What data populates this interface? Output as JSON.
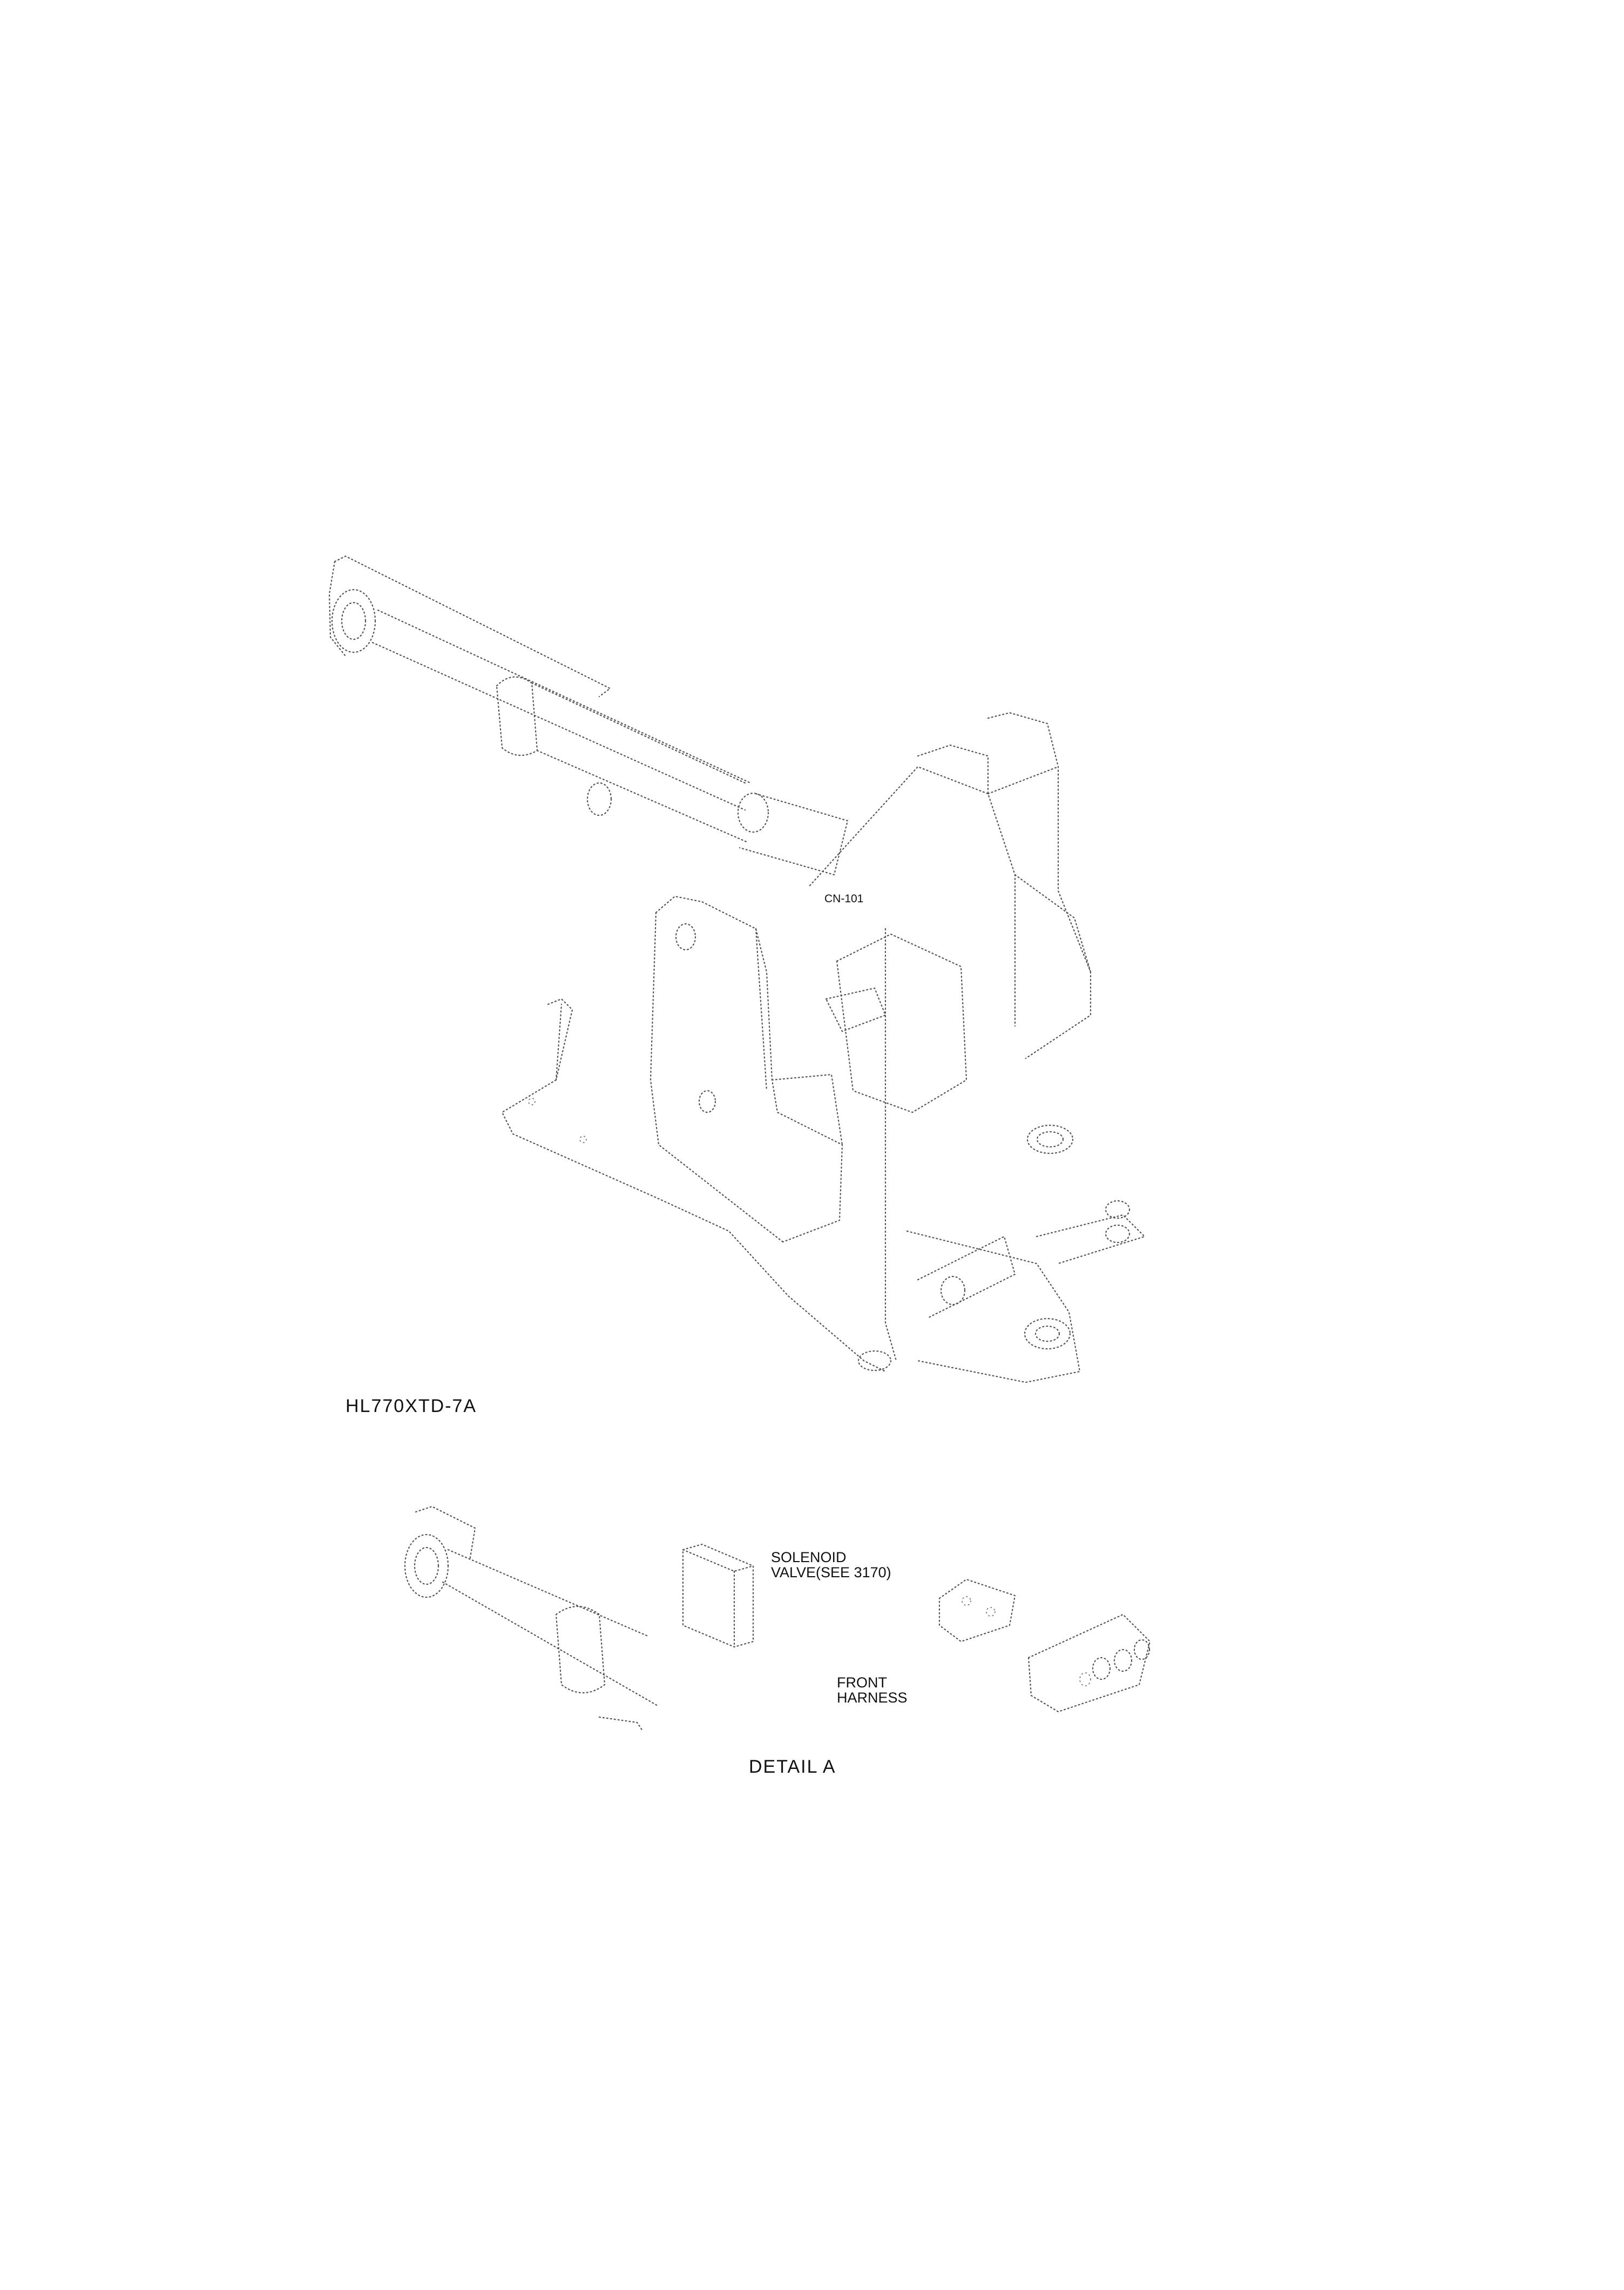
{
  "labels": {
    "connector": "CN-101",
    "model": "HL770XTD-7A",
    "solenoid_line1": "SOLENOID",
    "solenoid_line2": "VALVE(SEE 3170)",
    "harness_line1": "FRONT",
    "harness_line2": "HARNESS",
    "detail_caption": "DETAIL A"
  }
}
